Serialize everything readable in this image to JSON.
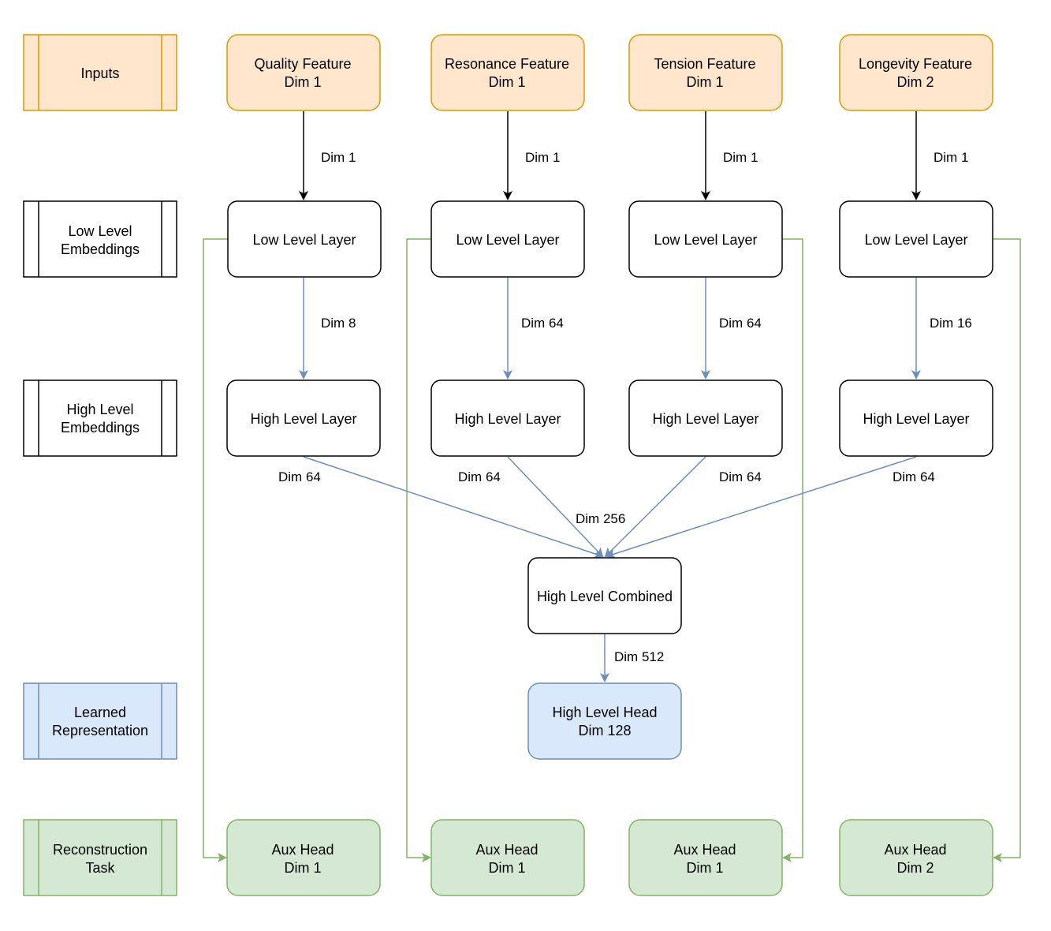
{
  "legend": {
    "inputs": "Inputs",
    "low_level": [
      "Low Level",
      "Embeddings"
    ],
    "high_level": [
      "High Level",
      "Embeddings"
    ],
    "learned": [
      "Learned",
      "Representation"
    ],
    "reconstruction": [
      "Reconstruction",
      "Task"
    ]
  },
  "inputs": [
    {
      "name": "Quality Feature",
      "dim": "Dim 1"
    },
    {
      "name": "Resonance Feature",
      "dim": "Dim 1"
    },
    {
      "name": "Tension Feature",
      "dim": "Dim 1"
    },
    {
      "name": "Longevity Feature",
      "dim": "Dim 2"
    }
  ],
  "low_level_layer_label": "Low Level Layer",
  "high_level_layer_label": "High Level Layer",
  "input_to_low_dims": [
    "Dim 1",
    "Dim 1",
    "Dim 1",
    "Dim 1"
  ],
  "low_to_high_dims": [
    "Dim 8",
    "Dim 64",
    "Dim 64",
    "Dim 16"
  ],
  "high_out_dims": [
    "Dim 64",
    "Dim 64",
    "Dim 64",
    "Dim 64"
  ],
  "combined": {
    "label": "High Level Combined",
    "in_dim": "Dim 256",
    "out_dim": "Dim 512"
  },
  "head": {
    "name": "High Level Head",
    "dim": "Dim 128"
  },
  "aux_heads": [
    {
      "name": "Aux Head",
      "dim": "Dim 1"
    },
    {
      "name": "Aux Head",
      "dim": "Dim 1"
    },
    {
      "name": "Aux Head",
      "dim": "Dim 1"
    },
    {
      "name": "Aux Head",
      "dim": "Dim 2"
    }
  ],
  "colors": {
    "input_fill": "#ffe6cc",
    "input_stroke": "#d79b00",
    "blue_fill": "#dae8fc",
    "blue_stroke": "#6c8ebf",
    "green_fill": "#d5e8d4",
    "green_stroke": "#82b366",
    "black": "#000000"
  }
}
